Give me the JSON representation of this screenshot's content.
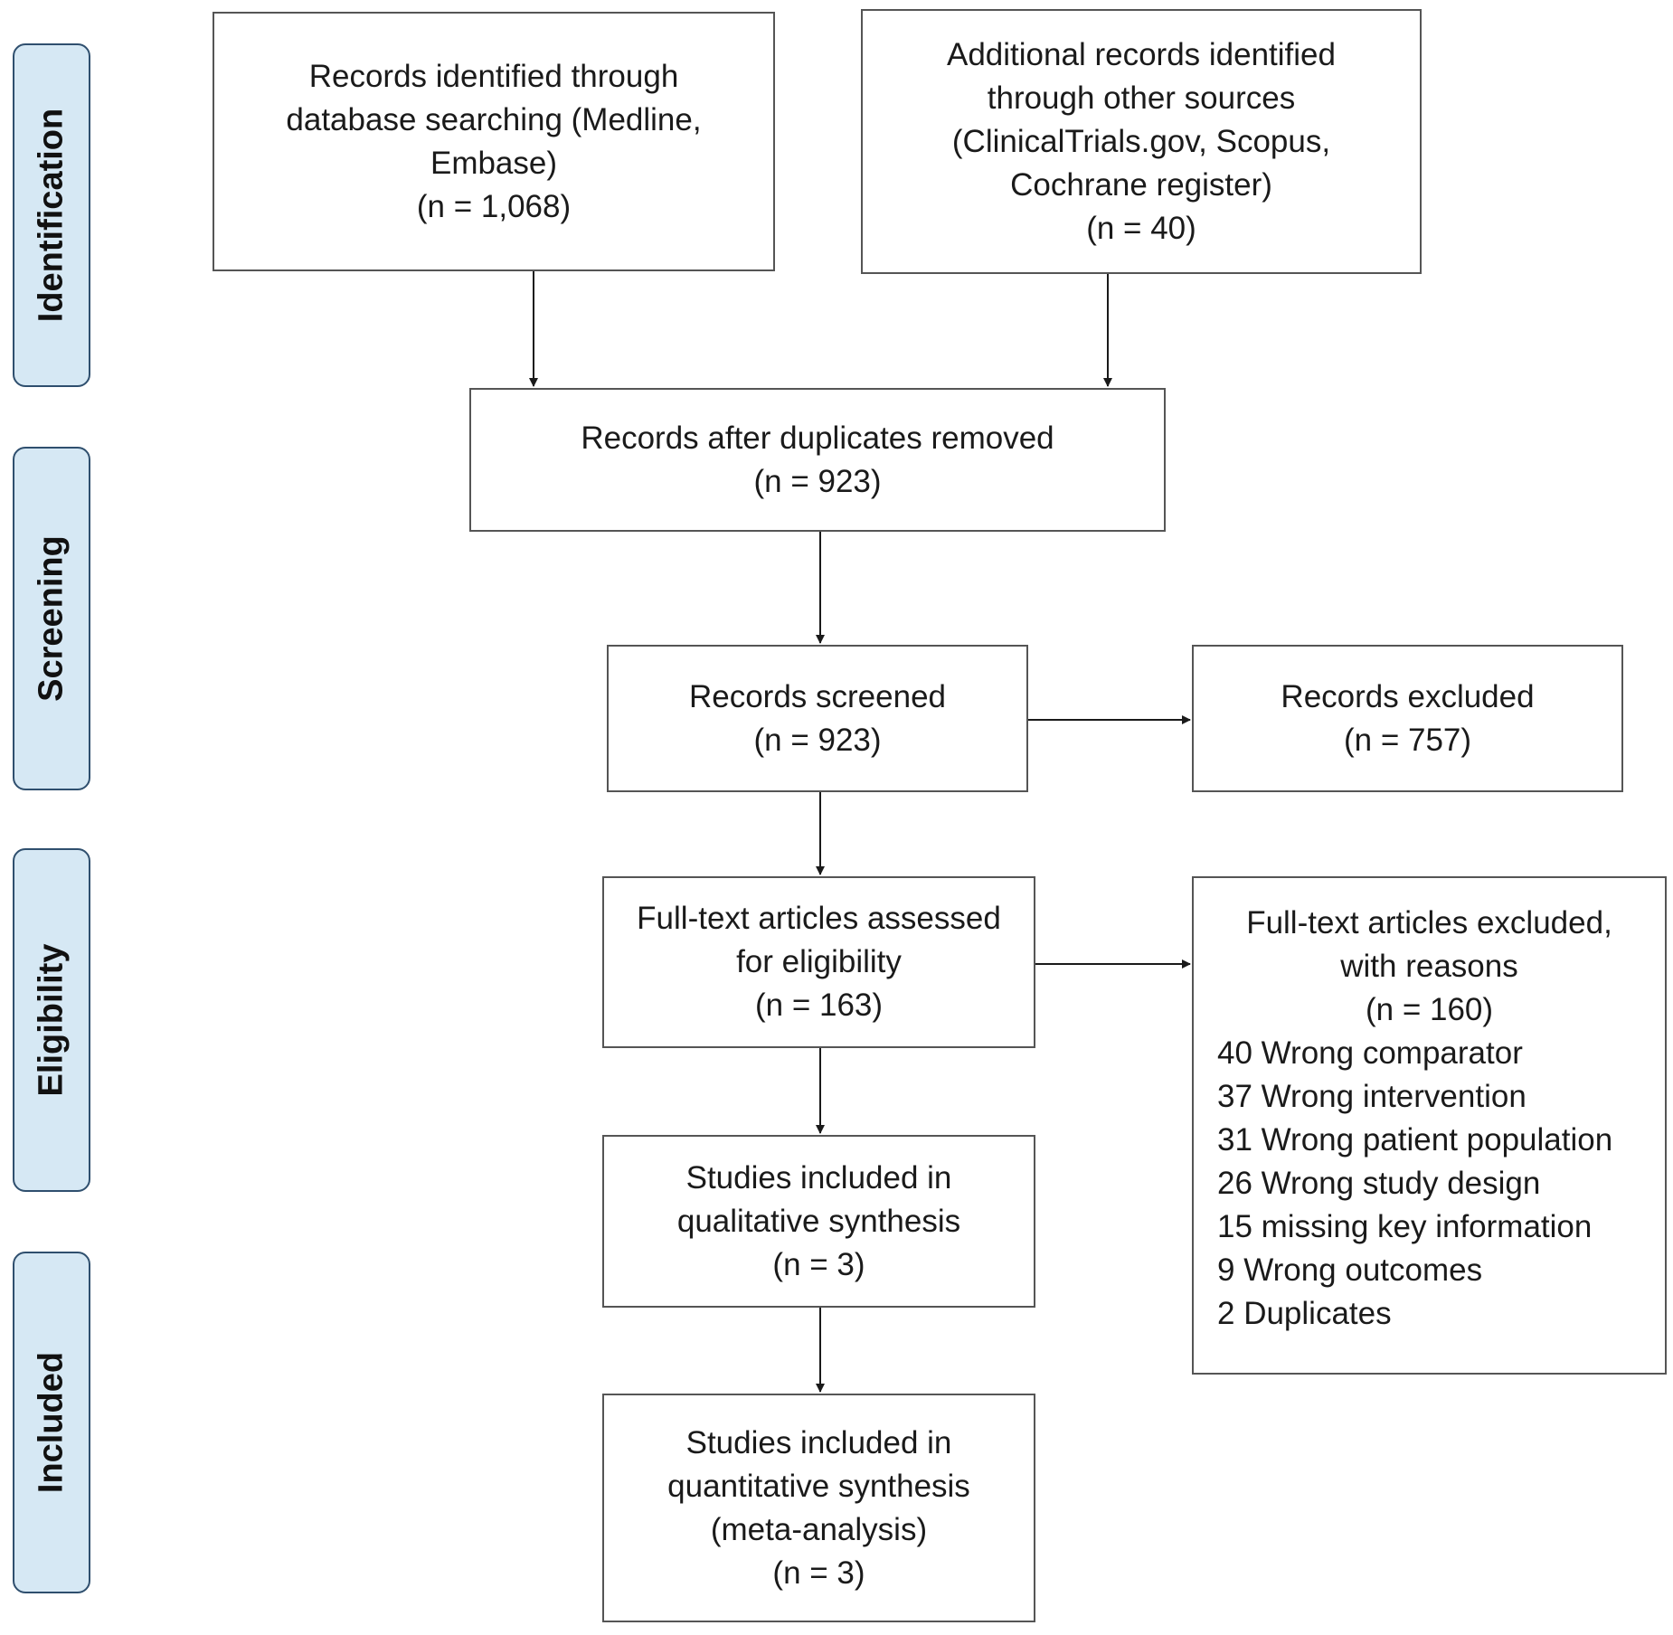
{
  "stages": [
    {
      "id": "identification",
      "label": "Identification"
    },
    {
      "id": "screening",
      "label": "Screening"
    },
    {
      "id": "eligibility",
      "label": "Eligibility"
    },
    {
      "id": "included",
      "label": "Included"
    }
  ],
  "boxes": {
    "database": [
      "Records identified through",
      "database searching (Medline,",
      "Embase)",
      "(n = 1,068)"
    ],
    "other": [
      "Additional records identified",
      "through other sources",
      "(ClinicalTrials.gov, Scopus,",
      "Cochrane register)",
      "(n = 40)"
    ],
    "duplicates": [
      "Records after duplicates removed",
      "(n = 923)"
    ],
    "screened": [
      "Records screened",
      "(n = 923)"
    ],
    "excluded": [
      "Records excluded",
      "(n = 757)"
    ],
    "fulltext": [
      "Full-text articles assessed",
      "for eligibility",
      "(n = 163)"
    ],
    "fulltext_excluded": {
      "header": [
        "Full-text articles excluded,",
        "with reasons",
        "(n = 160)"
      ],
      "reasons": [
        "40  Wrong comparator",
        "37  Wrong intervention",
        "31  Wrong patient population",
        "26  Wrong study design",
        "15  missing key information",
        "9  Wrong outcomes",
        "2  Duplicates"
      ]
    },
    "qualitative": [
      "Studies included in",
      "qualitative synthesis",
      "(n = 3)"
    ],
    "quantitative": [
      "Studies included in",
      "quantitative synthesis",
      "(meta-analysis)",
      "(n = 3)"
    ]
  }
}
